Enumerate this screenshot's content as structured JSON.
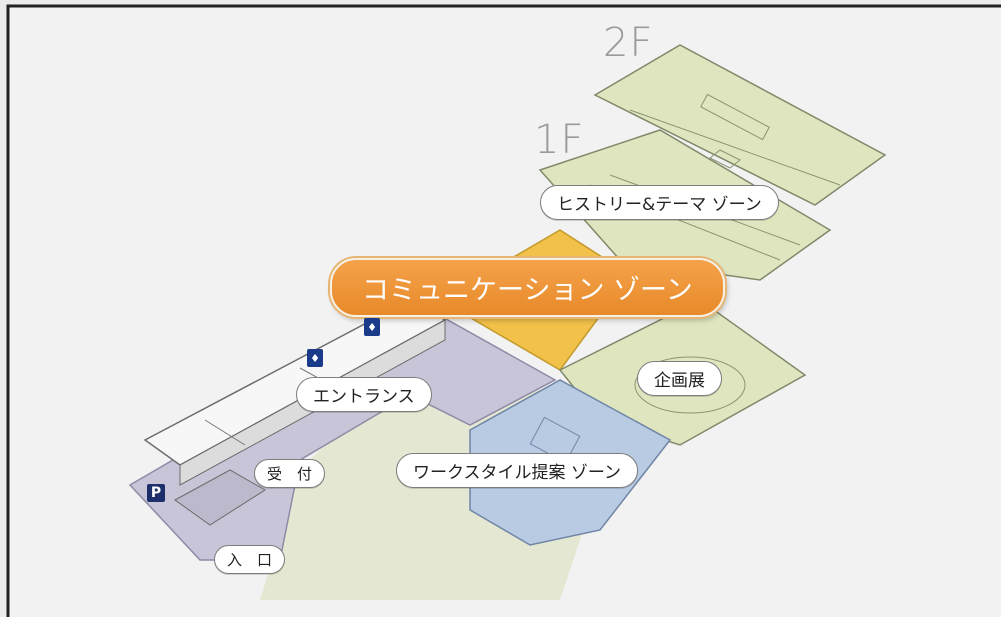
{
  "floors": {
    "upper": "2F",
    "lower": "1F"
  },
  "zones": {
    "history_theme": "ヒストリー&テーマ ゾーン",
    "communication": "コミュニケーション ゾーン",
    "entrance": "エントランス",
    "exhibition": "企画展",
    "reception": "受　付",
    "workstyle": "ワークスタイル提案 ゾーン",
    "entry": "入　口"
  },
  "icons": {
    "restroom_1": "restroom-icon",
    "restroom_2": "restroom-icon",
    "parking": "P"
  },
  "colors": {
    "communication_zone": "#f2c14a",
    "history_zone": "#dfe6bf",
    "workstyle_zone": "#b9cbe3",
    "entrance_path": "#c9c5d8",
    "highlight_label": "#ec8f2f",
    "background": "#ececec"
  }
}
